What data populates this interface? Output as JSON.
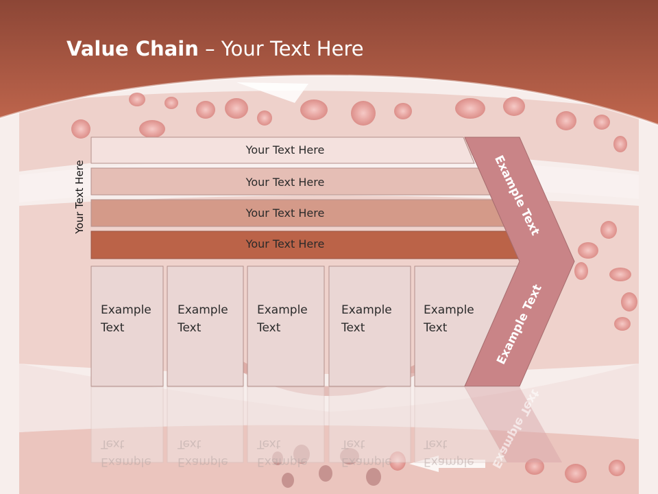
{
  "slide": {
    "title_bold": "Value Chain",
    "title_rest": " – Your Text Here",
    "side_label": "Your Text Here",
    "bars": [
      {
        "label": "Your Text Here",
        "color": "#f4e1de"
      },
      {
        "label": "Your Text Here",
        "color": "#e5beb5"
      },
      {
        "label": "Your Text Here",
        "color": "#d49a89"
      },
      {
        "label": "Your Text Here",
        "color": "#bb6348"
      }
    ],
    "boxes": [
      {
        "line1": "Example",
        "line2": "Text"
      },
      {
        "line1": "Example",
        "line2": "Text"
      },
      {
        "line1": "Example",
        "line2": "Text"
      },
      {
        "line1": "Example",
        "line2": "Text"
      },
      {
        "line1": "Example",
        "line2": "Text"
      }
    ],
    "arrow_top_label": "Example Text",
    "arrow_bottom_label": "Example Text",
    "colors": {
      "header": "#b8624a",
      "box_fill": "#ead6d4",
      "arrow_fill": "#c98487"
    }
  }
}
